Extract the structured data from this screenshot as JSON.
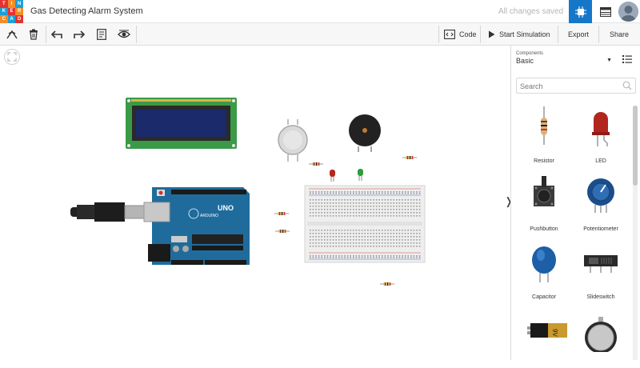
{
  "app": {
    "logo_letters": [
      "TIN",
      "KER",
      "CAD"
    ],
    "title": "Gas Detecting Alarm System",
    "save_status": "All changes saved"
  },
  "toolbar": {
    "code_label": "Code",
    "start_sim_label": "Start Simulation",
    "export_label": "Export",
    "share_label": "Share"
  },
  "panel": {
    "components_label": "Components",
    "components_value": "Basic",
    "search_placeholder": "Search",
    "items": [
      {
        "label": "Resistor",
        "icon": "resistor-icon"
      },
      {
        "label": "LED",
        "icon": "led-icon"
      },
      {
        "label": "Pushbutton",
        "icon": "pushbutton-icon"
      },
      {
        "label": "Potentiometer",
        "icon": "potentiometer-icon"
      },
      {
        "label": "Capacitor",
        "icon": "capacitor-icon"
      },
      {
        "label": "Slideswitch",
        "icon": "slideswitch-icon"
      },
      {
        "label": "",
        "icon": "battery-icon"
      },
      {
        "label": "",
        "icon": "coin-battery-icon"
      }
    ]
  },
  "board": {
    "arduino_label": "UNO",
    "arduino_brand": "ARDUINO",
    "battery_text": "9V"
  },
  "colors": {
    "accent": "#1677c9",
    "lcd_pcb": "#3a9a47",
    "lcd_screen": "#1b2a6b",
    "arduino": "#1f6c9c",
    "led_red": "#b3261e",
    "led_green": "#2e9c3e"
  }
}
